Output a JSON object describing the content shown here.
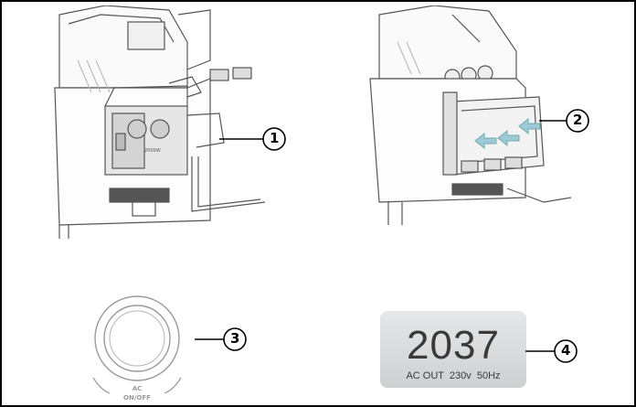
{
  "callouts": {
    "c1": "1",
    "c2": "2",
    "c3": "3",
    "c4": "4"
  },
  "knob": {
    "label_line1": "AC",
    "label_line2": "ON/OFF"
  },
  "display": {
    "value": "2037",
    "status": "AC OUT  230v  50Hz"
  },
  "device_panel_labels": {
    "model": "2000W"
  },
  "colors": {
    "arrow": "#9ccbd6",
    "line_art": "#555555",
    "lcd_bg": "#d9dadb"
  }
}
